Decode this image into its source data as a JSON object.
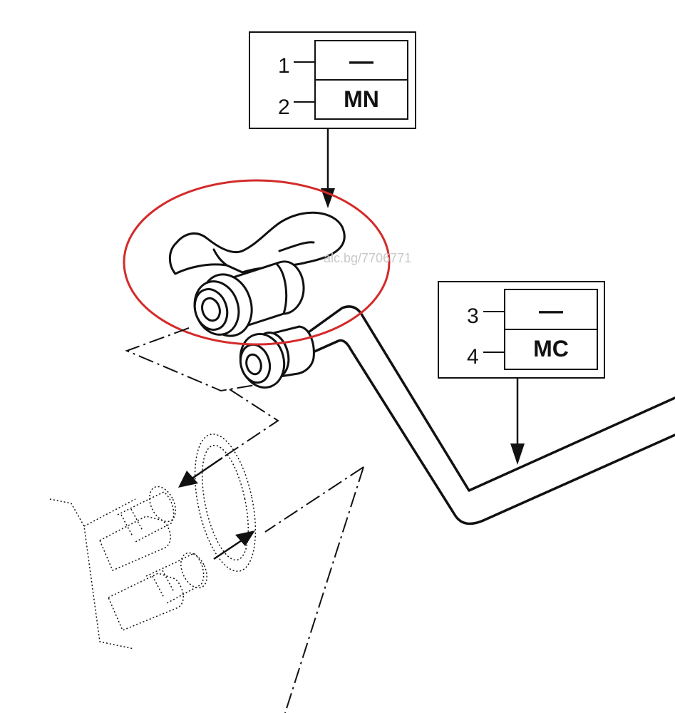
{
  "callouts": [
    {
      "id": "callout-top",
      "rows": [
        {
          "index": "1",
          "code": "—"
        },
        {
          "index": "2",
          "code": "MN"
        }
      ]
    },
    {
      "id": "callout-right",
      "rows": [
        {
          "index": "3",
          "code": "—"
        },
        {
          "index": "4",
          "code": "MC"
        }
      ]
    }
  ],
  "watermark": "alc.bg/7706771",
  "colors": {
    "line": "#111111",
    "highlight": "#d42a2a",
    "background": "#ffffff"
  }
}
